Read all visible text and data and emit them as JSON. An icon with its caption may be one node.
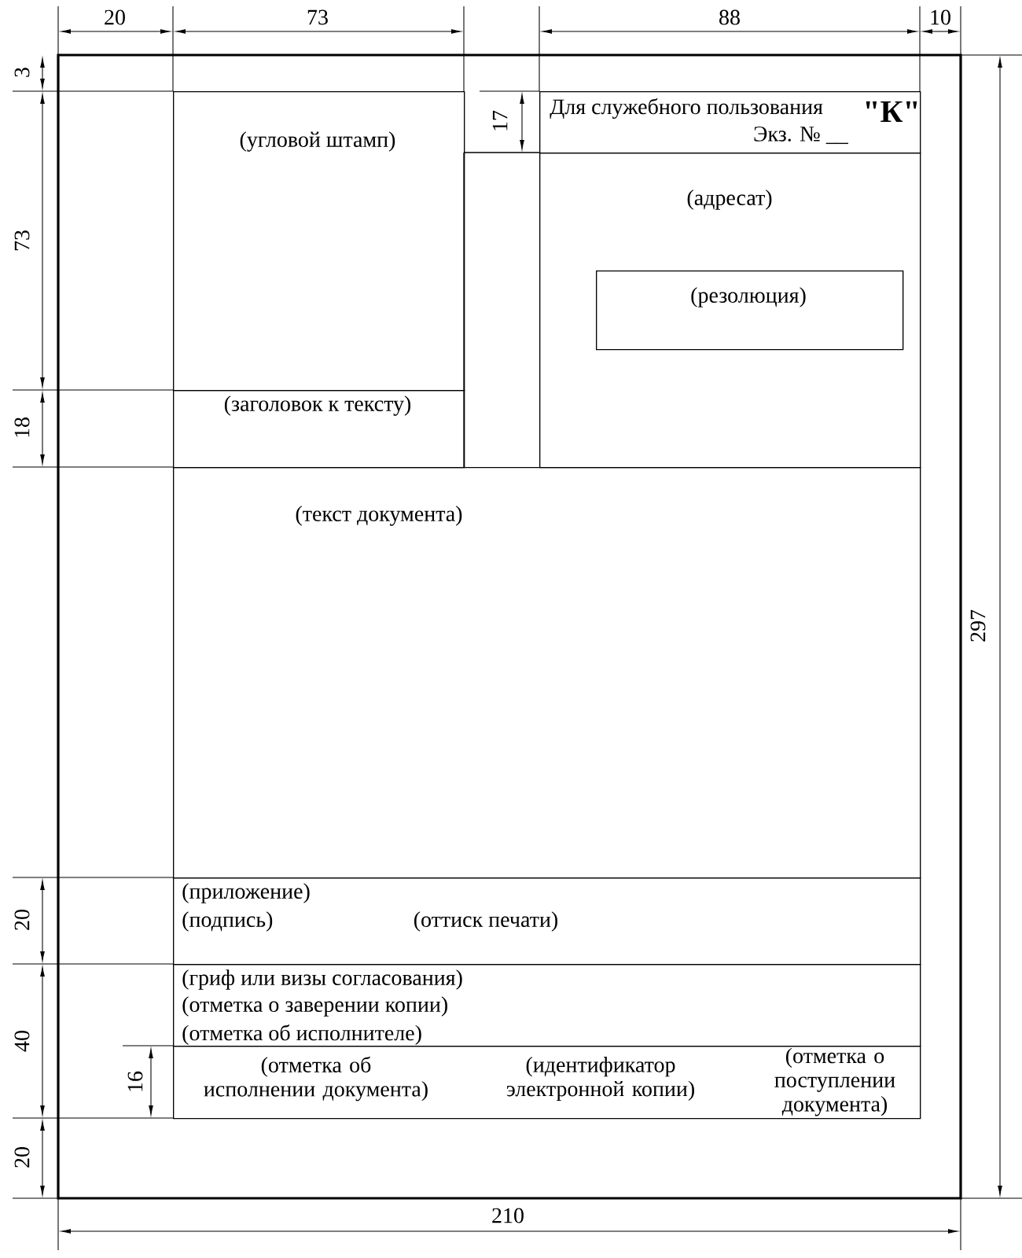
{
  "diagram": {
    "nodes": [
      {
        "text": [
          "(угловой штамп)"
        ]
      },
      {
        "text": [
          "(заголовок к тексту)"
        ]
      },
      {
        "text": [
          "Для служебного пользования",
          "\"К\"",
          "Экз. № __"
        ]
      },
      {
        "text": [
          "(адресат)"
        ]
      },
      {
        "text": [
          "(резолюция)"
        ],
        "in": 3
      },
      {
        "text": [
          "(текст документа)"
        ]
      },
      {
        "text": [
          "(приложение)",
          "(подпись)",
          "(оттиск печати)"
        ]
      },
      {
        "text": [
          "(гриф или визы согласования)",
          "(отметка о заверении копии)",
          "(отметка об исполнителе)"
        ]
      },
      {
        "text": [
          "(отметка об исполнении документа)",
          "(идентификатор электронной копии)",
          "(отметка о поступлении документа)"
        ]
      }
    ],
    "labels": [
      "20",
      "73",
      "88",
      "10",
      "3",
      "17",
      "73",
      "18",
      "297",
      "20",
      "40",
      "16",
      "20",
      "210"
    ]
  }
}
